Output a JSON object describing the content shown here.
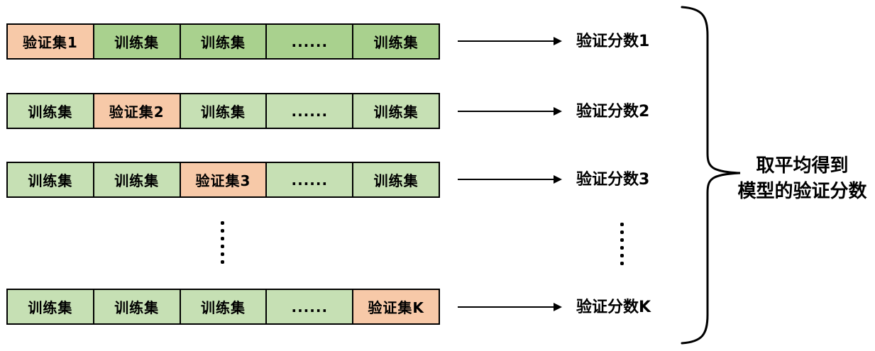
{
  "colors": {
    "validation_fill": "#F7C9A8",
    "train_fill_row1": "#A9D18E",
    "train_fill_other": "#C6E0B4",
    "line_color": "#000000"
  },
  "rows": [
    {
      "cells": [
        "验证集1",
        "训练集",
        "训练集",
        "......",
        "训练集"
      ],
      "score": "验证分数1"
    },
    {
      "cells": [
        "训练集",
        "验证集2",
        "训练集",
        "......",
        "训练集"
      ],
      "score": "验证分数2"
    },
    {
      "cells": [
        "训练集",
        "训练集",
        "验证集3",
        "......",
        "训练集"
      ],
      "score": "验证分数3"
    },
    {
      "cells": [
        "训练集",
        "训练集",
        "训练集",
        "......",
        "验证集K"
      ],
      "score": "验证分数K"
    }
  ],
  "summary": {
    "line1": "取平均得到",
    "line2": "模型的验证分数"
  }
}
